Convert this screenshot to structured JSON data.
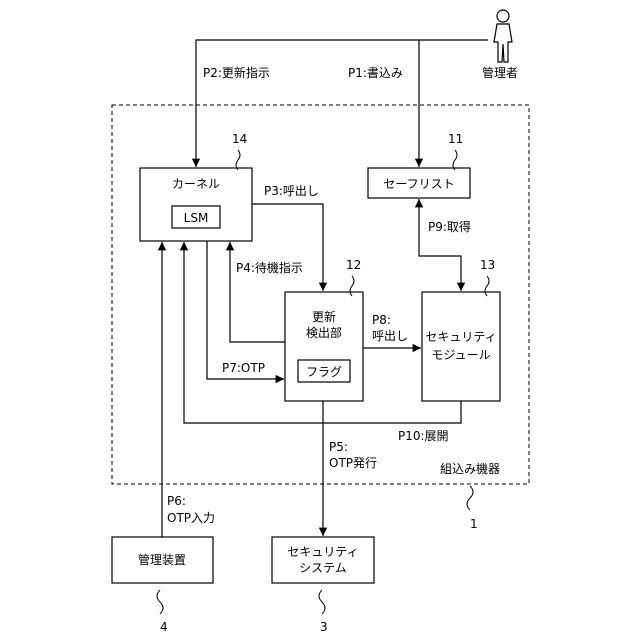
{
  "actor": {
    "label": "管理者"
  },
  "container": {
    "label": "組込み機器",
    "ref": "1"
  },
  "boxes": {
    "kernel": {
      "label": "カーネル",
      "ref": "14",
      "inner": "LSM"
    },
    "safelist": {
      "label": "セーフリスト",
      "ref": "11"
    },
    "detector": {
      "line1": "更新",
      "line2": "検出部",
      "ref": "12",
      "inner": "フラグ"
    },
    "secmodule": {
      "line1": "セキュリティ",
      "line2": "モジュール",
      "ref": "13"
    },
    "mgmt_device": {
      "label": "管理装置",
      "ref": "4"
    },
    "sec_system": {
      "line1": "セキュリティ",
      "line2": "システム",
      "ref": "3"
    }
  },
  "edges": {
    "p1": "P1:書込み",
    "p2": "P2:更新指示",
    "p3": "P3:呼出し",
    "p4": "P4:待機指示",
    "p5a": "P5:",
    "p5b": "OTP発行",
    "p6a": "P6:",
    "p6b": "OTP入力",
    "p7": "P7:OTP",
    "p8a": "P8:",
    "p8b": "呼出し",
    "p9": "P9:取得",
    "p10": "P10:展開"
  }
}
